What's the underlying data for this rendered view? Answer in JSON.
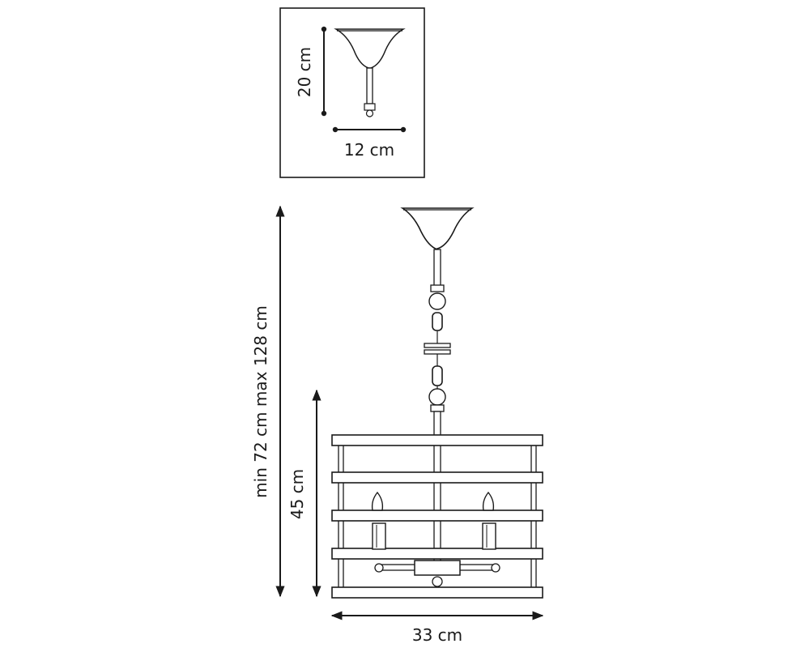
{
  "inset": {
    "height_label": "20 cm",
    "width_label": "12 cm"
  },
  "main": {
    "overall_height_label": "min 72 cm max 128 cm",
    "body_height_label": "45 cm",
    "width_label": "33 cm"
  }
}
